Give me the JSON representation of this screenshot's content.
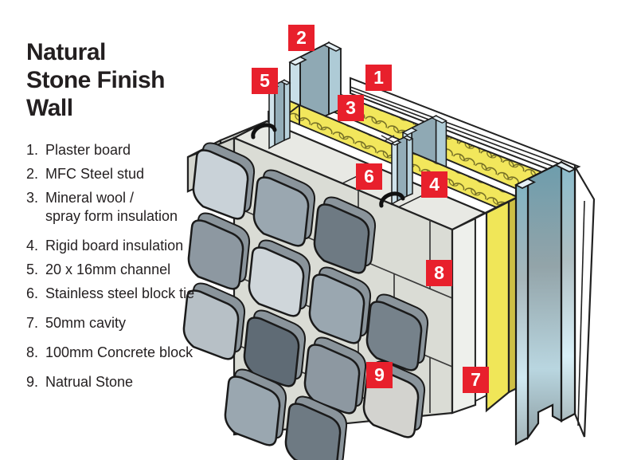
{
  "header": {
    "title_lines": [
      "Natural",
      "Stone Finish",
      "Wall"
    ]
  },
  "legend": {
    "items": [
      {
        "num": "1.",
        "label": "Plaster board"
      },
      {
        "num": "2.",
        "label": "MFC Steel stud"
      },
      {
        "num": "3.",
        "label": "Mineral wool /",
        "label2": "spray form insulation"
      },
      {
        "num": "4.",
        "label": "Rigid board insulation"
      },
      {
        "num": "5.",
        "label": "20 x 16mm channel"
      },
      {
        "num": "6.",
        "label": "Stainless steel block tie"
      },
      {
        "num": "7.",
        "label": "50mm cavity"
      },
      {
        "num": "8.",
        "label": "100mm  Concrete block"
      },
      {
        "num": "9.",
        "label": "Natrual Stone"
      }
    ]
  },
  "diagram": {
    "badge_color": "#e8202c",
    "badges": [
      {
        "number": "1",
        "points_to": "Plaster board"
      },
      {
        "number": "2",
        "points_to": "MFC Steel stud"
      },
      {
        "number": "3",
        "points_to": "Mineral wool / spray form insulation"
      },
      {
        "number": "4",
        "points_to": "Rigid board insulation"
      },
      {
        "number": "5",
        "points_to": "20 x 16mm channel"
      },
      {
        "number": "6",
        "points_to": "Stainless steel block tie"
      },
      {
        "number": "7",
        "points_to": "50mm cavity"
      },
      {
        "number": "8",
        "points_to": "100mm Concrete block"
      },
      {
        "number": "9",
        "points_to": "Natrual Stone"
      }
    ],
    "colors": {
      "insulation_yellow": "#f2e75c",
      "rigid_board_yellow": "#f0e658",
      "wool_swirl": "#6d6722",
      "steel_blue_light": "#c8dfe8",
      "steel_blue_medium": "#8fa9b4",
      "concrete_gray": "#dadcd5",
      "stone_grays": [
        "#c9d2d8",
        "#9aa7b0",
        "#6e7a83",
        "#8d98a1",
        "#cfd6da",
        "#b7c0c6",
        "#5f6b75",
        "#d3d3cf"
      ]
    }
  }
}
